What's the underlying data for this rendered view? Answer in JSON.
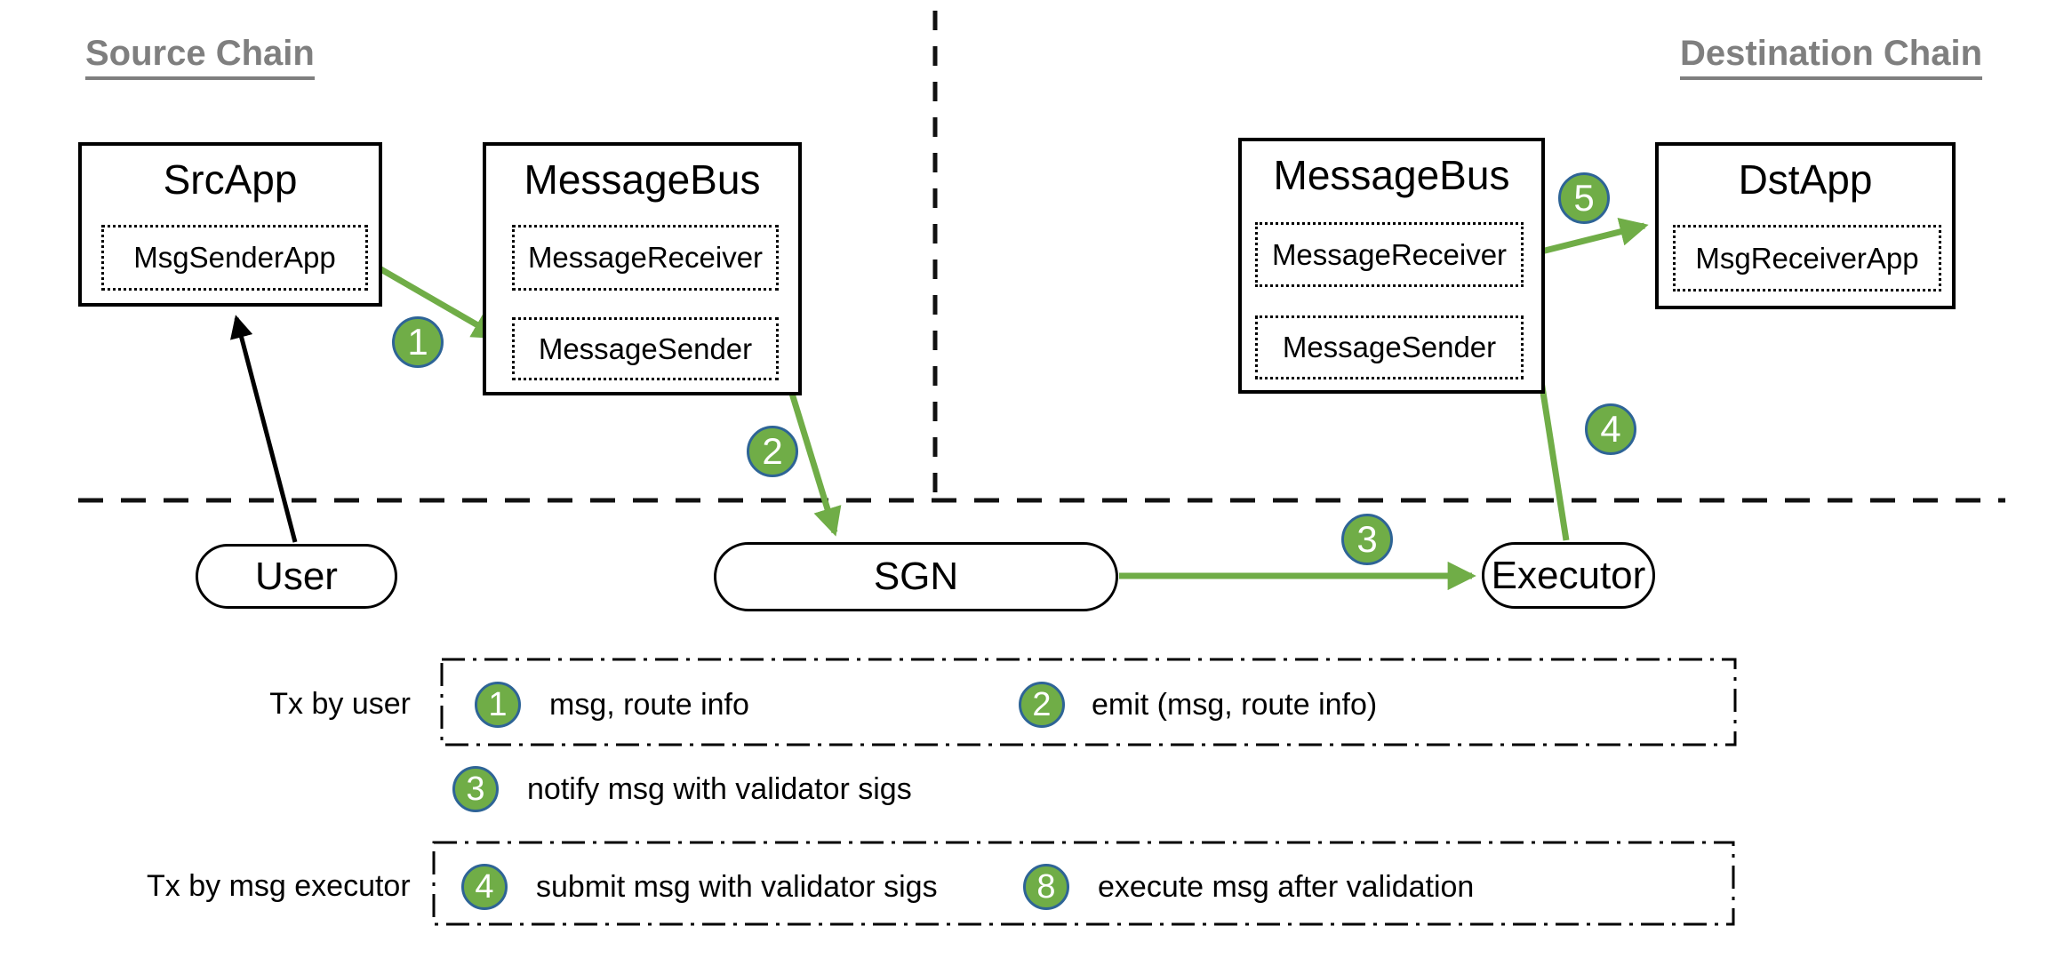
{
  "source_chain": {
    "title": "Source Chain",
    "src_app": {
      "title": "SrcApp",
      "inner": "MsgSenderApp"
    },
    "message_bus": {
      "title": "MessageBus",
      "receiver": "MessageReceiver",
      "sender": "MessageSender"
    }
  },
  "destination_chain": {
    "title": "Destination Chain",
    "message_bus": {
      "title": "MessageBus",
      "receiver": "MessageReceiver",
      "sender": "MessageSender"
    },
    "dst_app": {
      "title": "DstApp",
      "inner": "MsgReceiverApp"
    }
  },
  "offchain": {
    "user": "User",
    "sgn": "SGN",
    "executor": "Executor"
  },
  "steps": {
    "s1": "1",
    "s2": "2",
    "s3": "3",
    "s4": "4",
    "s5": "5"
  },
  "legend": {
    "row1_label": "Tx by user",
    "row2_label": "Tx by msg executor",
    "items": [
      {
        "num": "1",
        "text": "msg, route info"
      },
      {
        "num": "2",
        "text": "emit (msg, route info)"
      },
      {
        "num": "3",
        "text": "notify msg with validator sigs"
      },
      {
        "num": "4",
        "text": "submit msg with validator sigs"
      },
      {
        "num": "8",
        "text": "execute msg after validation"
      }
    ]
  },
  "colors": {
    "arrow_green": "#70ad47",
    "badge_fill": "#70ad47",
    "badge_border": "#2e6496",
    "title_gray": "#7f7f7f"
  }
}
